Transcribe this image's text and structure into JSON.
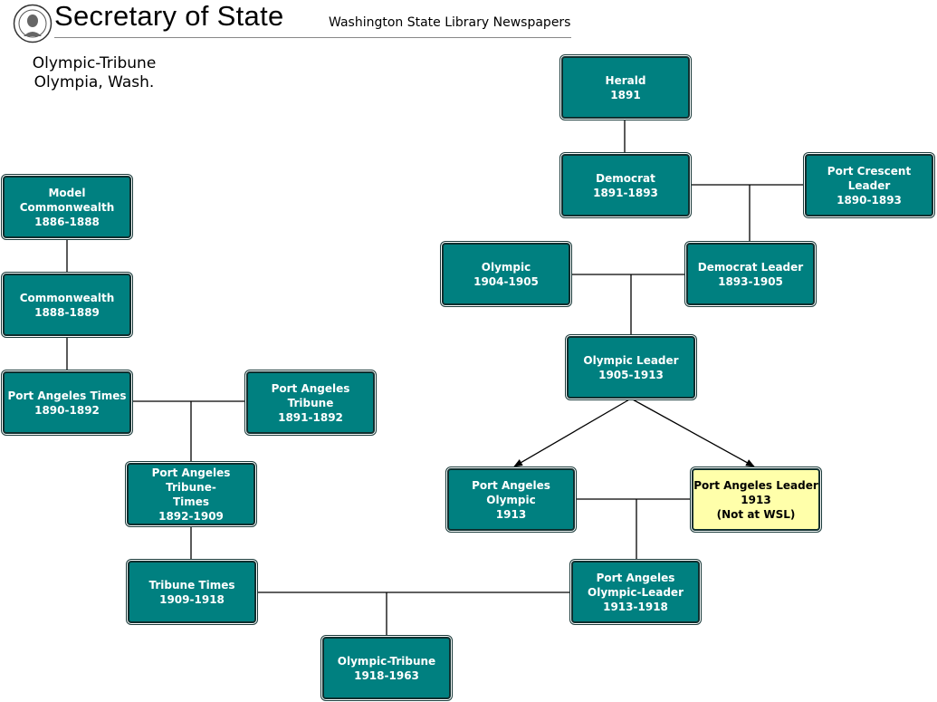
{
  "header": {
    "title": "Secretary of State",
    "subtitle": "Washington State Library Newspapers",
    "seal_icon": "washington-state-seal-icon"
  },
  "subject": {
    "title": "Olympic-Tribune",
    "place": "Olympia, Wash."
  },
  "colors": {
    "node_fill": "#008080",
    "node_border": "#0f2f2f",
    "node_text": "#ffffff",
    "highlight_fill": "#ffffaa",
    "highlight_text": "#000000",
    "connector": "#000000"
  },
  "nodes": {
    "herald": {
      "lines": [
        "Herald",
        "1891"
      ]
    },
    "democrat": {
      "lines": [
        "Democrat",
        "1891-1893"
      ]
    },
    "port_crescent_leader": {
      "lines": [
        "Port Crescent Leader",
        "1890-1893"
      ]
    },
    "olympic": {
      "lines": [
        "Olympic",
        "1904-1905"
      ]
    },
    "democrat_leader": {
      "lines": [
        "Democrat Leader",
        "1893-1905"
      ]
    },
    "olympic_leader": {
      "lines": [
        "Olympic Leader",
        "1905-1913"
      ]
    },
    "port_angeles_olympic": {
      "lines": [
        "Port Angeles",
        "Olympic",
        "1913"
      ]
    },
    "port_angeles_leader": {
      "lines": [
        "Port Angeles Leader",
        "1913",
        "(Not at WSL)"
      ]
    },
    "port_angeles_olympic_leader": {
      "lines": [
        "Port Angeles",
        "Olympic-Leader",
        "1913-1918"
      ]
    },
    "model_commonwealth": {
      "lines": [
        "Model",
        "Commonwealth",
        "1886-1888"
      ]
    },
    "commonwealth": {
      "lines": [
        "Commonwealth",
        "1888-1889"
      ]
    },
    "port_angeles_times": {
      "lines": [
        "Port Angeles Times",
        "1890-1892"
      ]
    },
    "port_angeles_tribune": {
      "lines": [
        "Port Angeles Tribune",
        "1891-1892"
      ]
    },
    "port_angeles_tribune_times": {
      "lines": [
        "Port Angeles Tribune-",
        "Times",
        "1892-1909"
      ]
    },
    "tribune_times": {
      "lines": [
        "Tribune Times",
        "1909-1918"
      ]
    },
    "olympic_tribune": {
      "lines": [
        "Olympic-Tribune",
        "1918-1963"
      ]
    }
  }
}
